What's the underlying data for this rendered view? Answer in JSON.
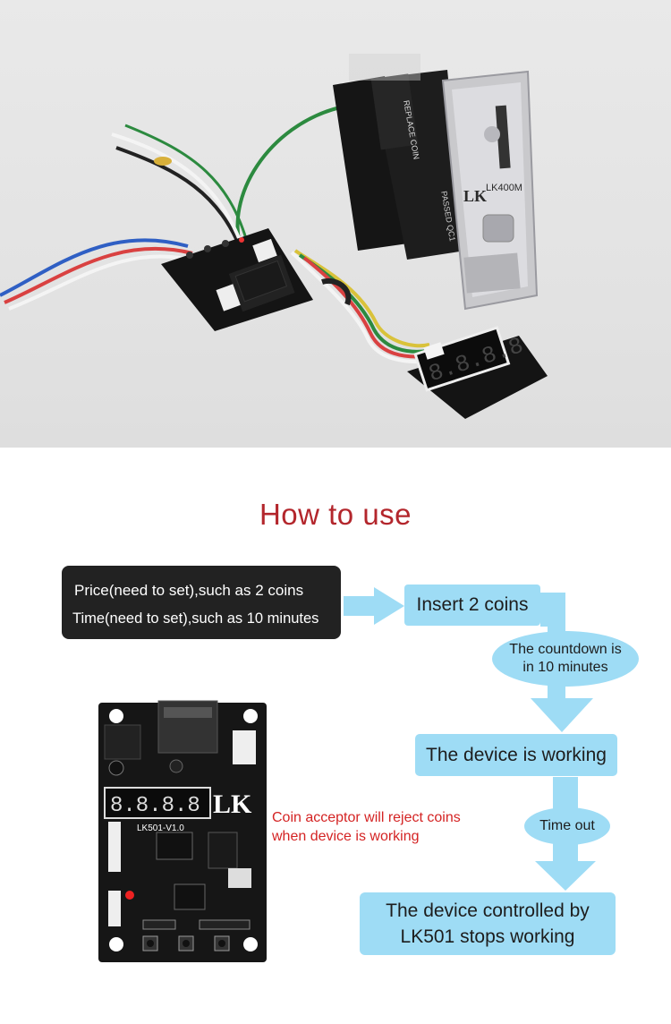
{
  "photo": {
    "coin_label": "LK400M",
    "replace_label": "REPLACE COIN",
    "pass_label": "PASSED QC1",
    "brand_mark": "LK"
  },
  "heading": "How to use",
  "settings_box": {
    "line1": "Price(need to set),such as 2 coins",
    "line2": "Time(need to set),such as 10 minutes"
  },
  "flow": {
    "step1": "Insert 2 coins",
    "countdown_line1": "The countdown is",
    "countdown_line2": "in 10 minutes",
    "step2": "The device is working",
    "timeout": "Time out",
    "step3_line1": "The device controlled by",
    "step3_line2": "LK501 stops working"
  },
  "note": {
    "line1": "Coin acceptor will reject coins",
    "line2": "when device is working"
  },
  "board": {
    "model_label": "LK501-V1.0",
    "brand_mark": "LK"
  },
  "colors": {
    "accent_red": "#b3262c",
    "flow_blue": "#9edcf5",
    "note_red": "#d42323",
    "dark_box": "#222222"
  }
}
